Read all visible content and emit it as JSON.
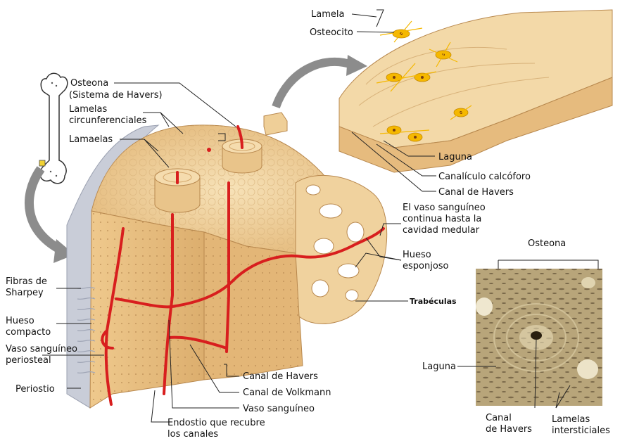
{
  "labels": {
    "lamela": "Lamela",
    "osteocito": "Osteocito",
    "osteona_top": "Osteona",
    "sistema_havers": "(Sistema de Havers)",
    "lamelas_circ_1": "Lamelas",
    "lamelas_circ_2": "circunferenciales",
    "lamaelas": "Lamaelas",
    "laguna_top": "Laguna",
    "canaliculo": "Canalículo calcóforo",
    "canal_havers_top": "Canal de Havers",
    "vaso_continua_1": "El vaso sanguíneo",
    "vaso_continua_2": "continua hasta la",
    "vaso_continua_3": "cavidad medular",
    "hueso_esponjoso_1": "Hueso",
    "hueso_esponjoso_2": "esponjoso",
    "trabeculas": "Trabéculas",
    "fibras_sharpey_1": "Fibras de",
    "fibras_sharpey_2": "Sharpey",
    "hueso_compacto_1": "Hueso",
    "hueso_compacto_2": "compacto",
    "vaso_periosteal_1": "Vaso sanguíneo",
    "vaso_periosteal_2": "periosteal",
    "periostio": "Periostio",
    "canal_havers_bottom": "Canal de Havers",
    "canal_volkmann": "Canal de Volkmann",
    "vaso_sanguineo": "Vaso sanguíneo",
    "endostio_1": "Endostio que recubre",
    "endostio_2": "los canales",
    "osteona_micro": "Osteona",
    "laguna_micro": "Laguna",
    "canal_havers_micro_1": "Canal",
    "canal_havers_micro_2": "de Havers",
    "lamelas_inter_1": "Lamelas",
    "lamelas_inter_2": "intersticiales"
  },
  "colors": {
    "bone_light": "#f3d9a8",
    "bone_mid": "#e9c48a",
    "bone_dark": "#d9aa6a",
    "vessel_red": "#d81e1e",
    "periosteum": "#c9cdd8",
    "osteocyte": "#f5b800",
    "micro_bg": "#b8a57a",
    "leader": "#222222"
  }
}
